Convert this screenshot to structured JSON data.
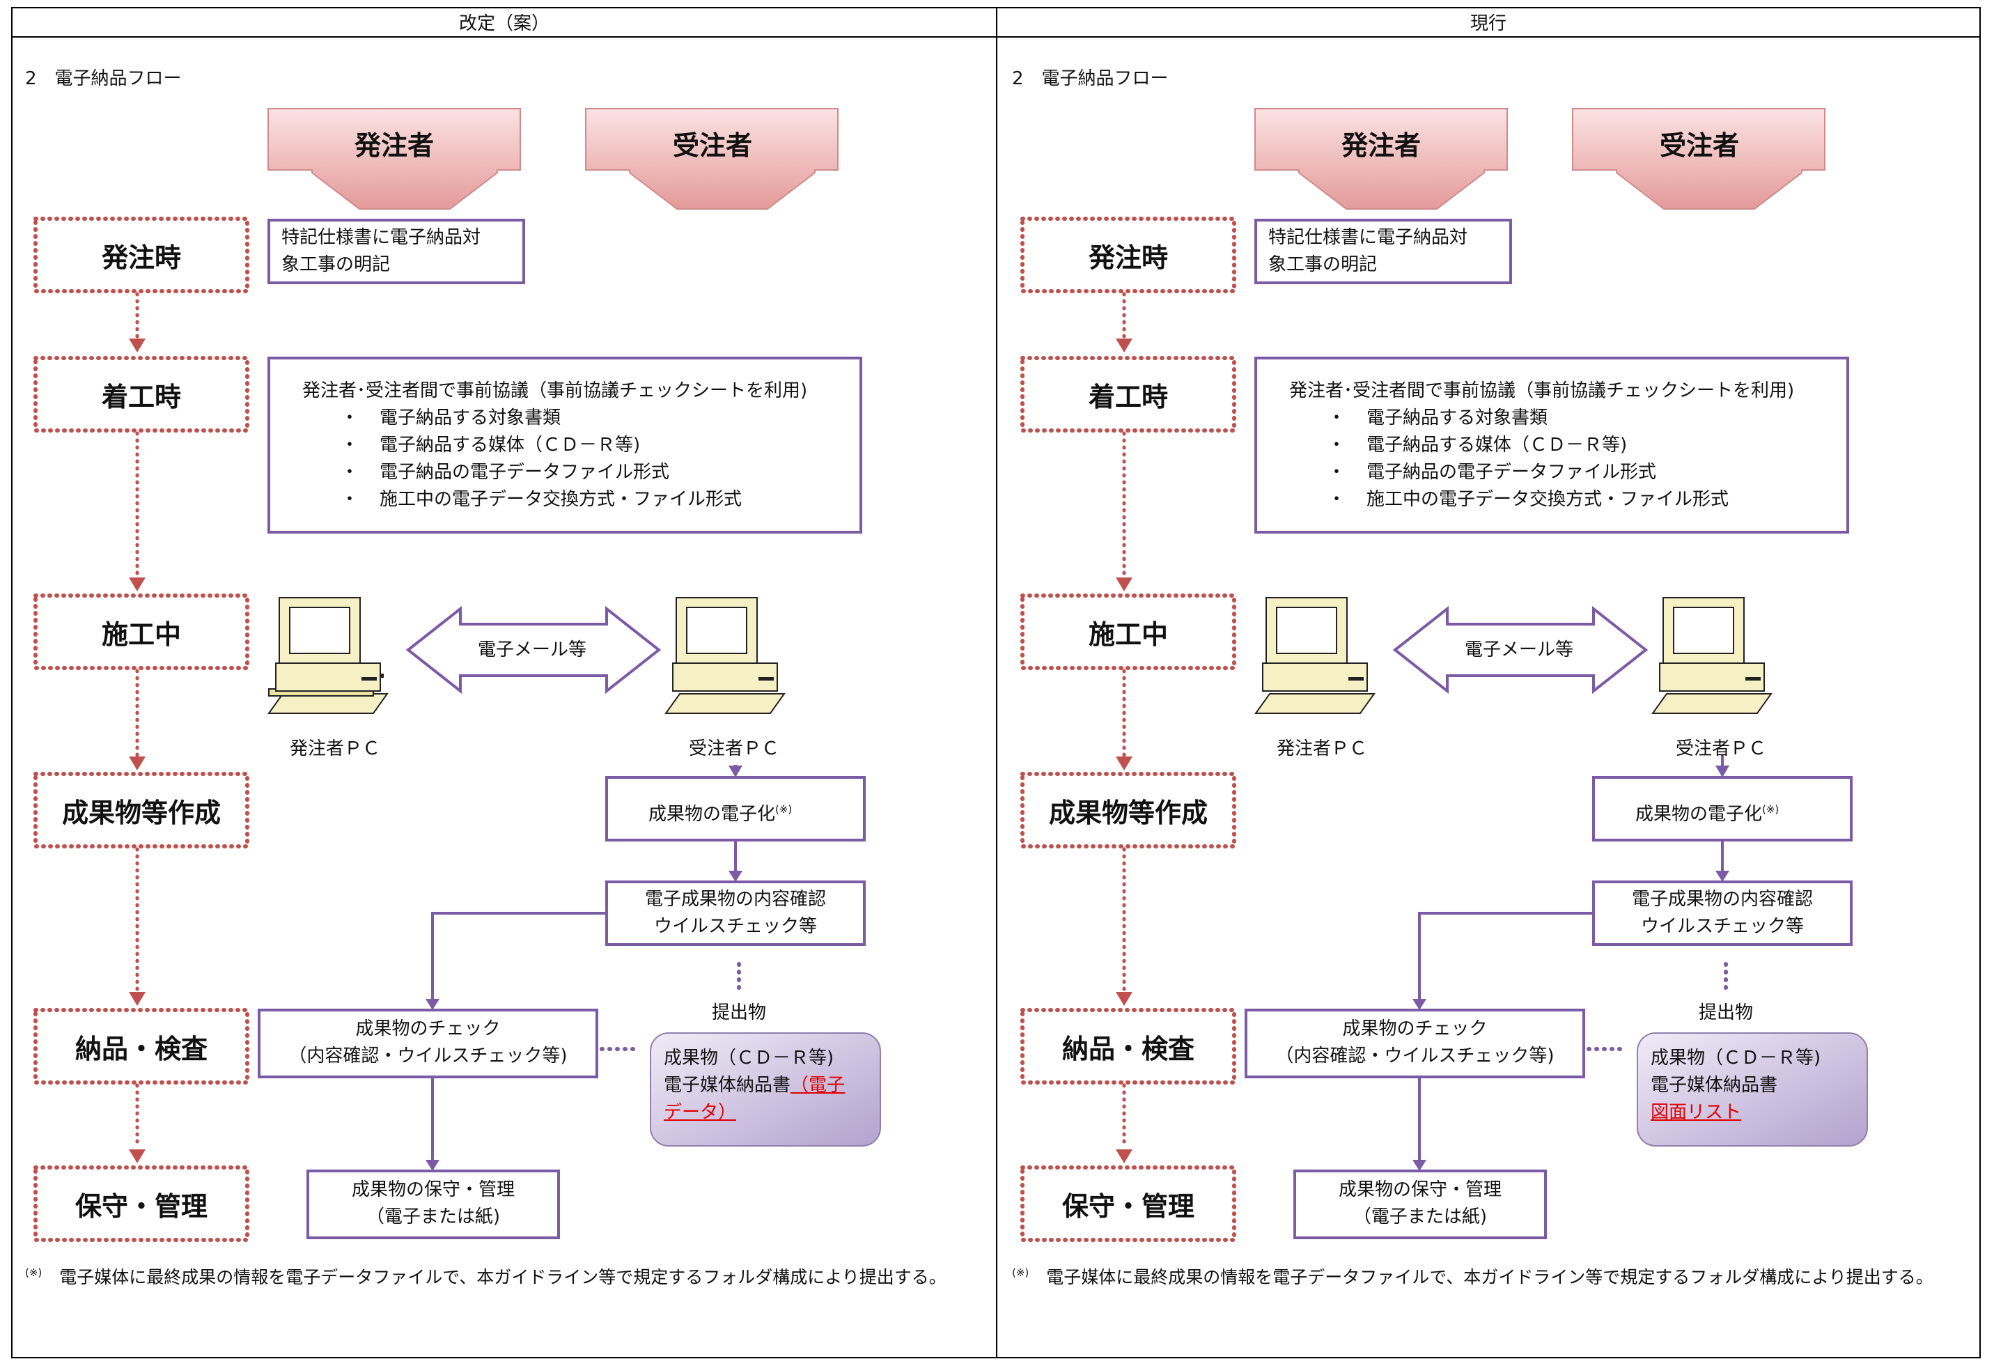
{
  "columns": {
    "revised": "改定（案）",
    "current": "現行"
  },
  "colors": {
    "border_purple": "#7b5aa6",
    "dotted_red": "#c0504d",
    "role_arrow": "#e8a6a6",
    "highlight_red": "#e00000"
  },
  "revised": {
    "title": "2　電子納品フロー",
    "roles": {
      "orderer": "発注者",
      "contractor": "受注者"
    },
    "stages": {
      "order": "発注時",
      "start": "着工時",
      "construction": "施工中",
      "deliverables": "成果物等作成",
      "delivery": "納品・検査",
      "maintenance": "保守・管理"
    },
    "order_box": [
      "特記仕様書に電子納品対",
      "象工事の明記"
    ],
    "consult": {
      "heading": "発注者･受注者間で事前協議（事前協議チェックシートを利用)",
      "bullet": "・",
      "items": [
        "電子納品する対象書類",
        "電子納品する媒体（ＣＤ－Ｒ等)",
        "電子納品の電子データファイル形式",
        "施工中の電子データ交換方式・ファイル形式"
      ]
    },
    "email": "電子メール等",
    "pc_orderer": "発注者ＰＣ",
    "pc_contractor": "受注者ＰＣ",
    "digitize": "成果物の電子化",
    "note_mark": "(※)",
    "verify": [
      "電子成果物の内容確認",
      "ウイルスチェック等"
    ],
    "submit_label": "提出物",
    "check": [
      "成果物のチェック",
      "（内容確認・ウイルスチェック等)"
    ],
    "submission": {
      "line1": "成果物（ＣＤ－Ｒ等)",
      "line2_prefix": "電子媒体納品書",
      "line2_red": "（電子",
      "line3_red": "データ）"
    },
    "maint": [
      "成果物の保守・管理",
      "（電子または紙)"
    ],
    "footnote": {
      "mark": "(※)",
      "text": "電子媒体に最終成果の情報を電子データファイルで、本ガイドライン等で規定するフォルダ構成により提出する。"
    }
  },
  "current": {
    "title": "2　電子納品フロー",
    "roles": {
      "orderer": "発注者",
      "contractor": "受注者"
    },
    "stages": {
      "order": "発注時",
      "start": "着工時",
      "construction": "施工中",
      "deliverables": "成果物等作成",
      "delivery": "納品・検査",
      "maintenance": "保守・管理"
    },
    "order_box": [
      "特記仕様書に電子納品対",
      "象工事の明記"
    ],
    "consult": {
      "heading": "発注者･受注者間で事前協議（事前協議チェックシートを利用)",
      "bullet": "・",
      "items": [
        "電子納品する対象書類",
        "電子納品する媒体（ＣＤ－Ｒ等)",
        "電子納品の電子データファイル形式",
        "施工中の電子データ交換方式・ファイル形式"
      ]
    },
    "email": "電子メール等",
    "pc_orderer": "発注者ＰＣ",
    "pc_contractor": "受注者ＰＣ",
    "digitize": "成果物の電子化",
    "note_mark": "(※)",
    "verify": [
      "電子成果物の内容確認",
      "ウイルスチェック等"
    ],
    "submit_label": "提出物",
    "check": [
      "成果物のチェック",
      "（内容確認・ウイルスチェック等)"
    ],
    "submission": {
      "line1": "成果物（ＣＤ－Ｒ等)",
      "line2": "電子媒体納品書",
      "line3_red": "図面リスト"
    },
    "maint": [
      "成果物の保守・管理",
      "（電子または紙)"
    ],
    "footnote": {
      "mark": "(※)",
      "text": "電子媒体に最終成果の情報を電子データファイルで、本ガイドライン等で規定するフォルダ構成により提出する。"
    }
  }
}
